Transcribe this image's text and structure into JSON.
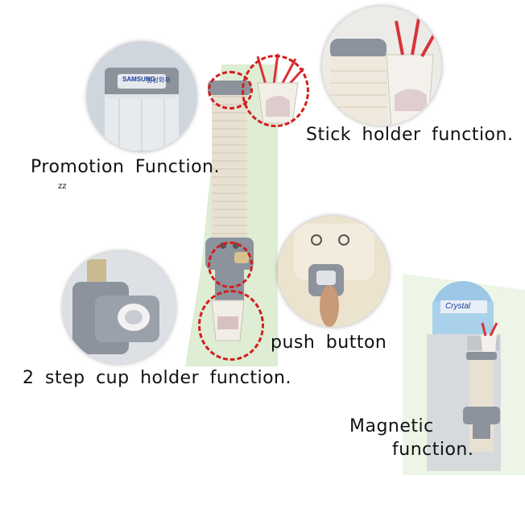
{
  "labels": {
    "promotion": "Promotion Function.",
    "zz": "zz",
    "stick_holder": "Stick holder function.",
    "push_button": "push button",
    "cup_holder": "2 step cup holder function.",
    "magnetic_line1": "Magnetic",
    "magnetic_line2": "function."
  },
  "product_text": {
    "samsung_logo": "SAMSUNG",
    "samsung_korean": "삼성화재",
    "water_bottle": "Crystal"
  },
  "colors": {
    "dispenser_gray": "#8d939c",
    "cup_stack": "#e8e1d2",
    "highlight_red": "#d21e1e",
    "green_glow": "#b9d9a6",
    "straw_red": "#d8323a"
  }
}
